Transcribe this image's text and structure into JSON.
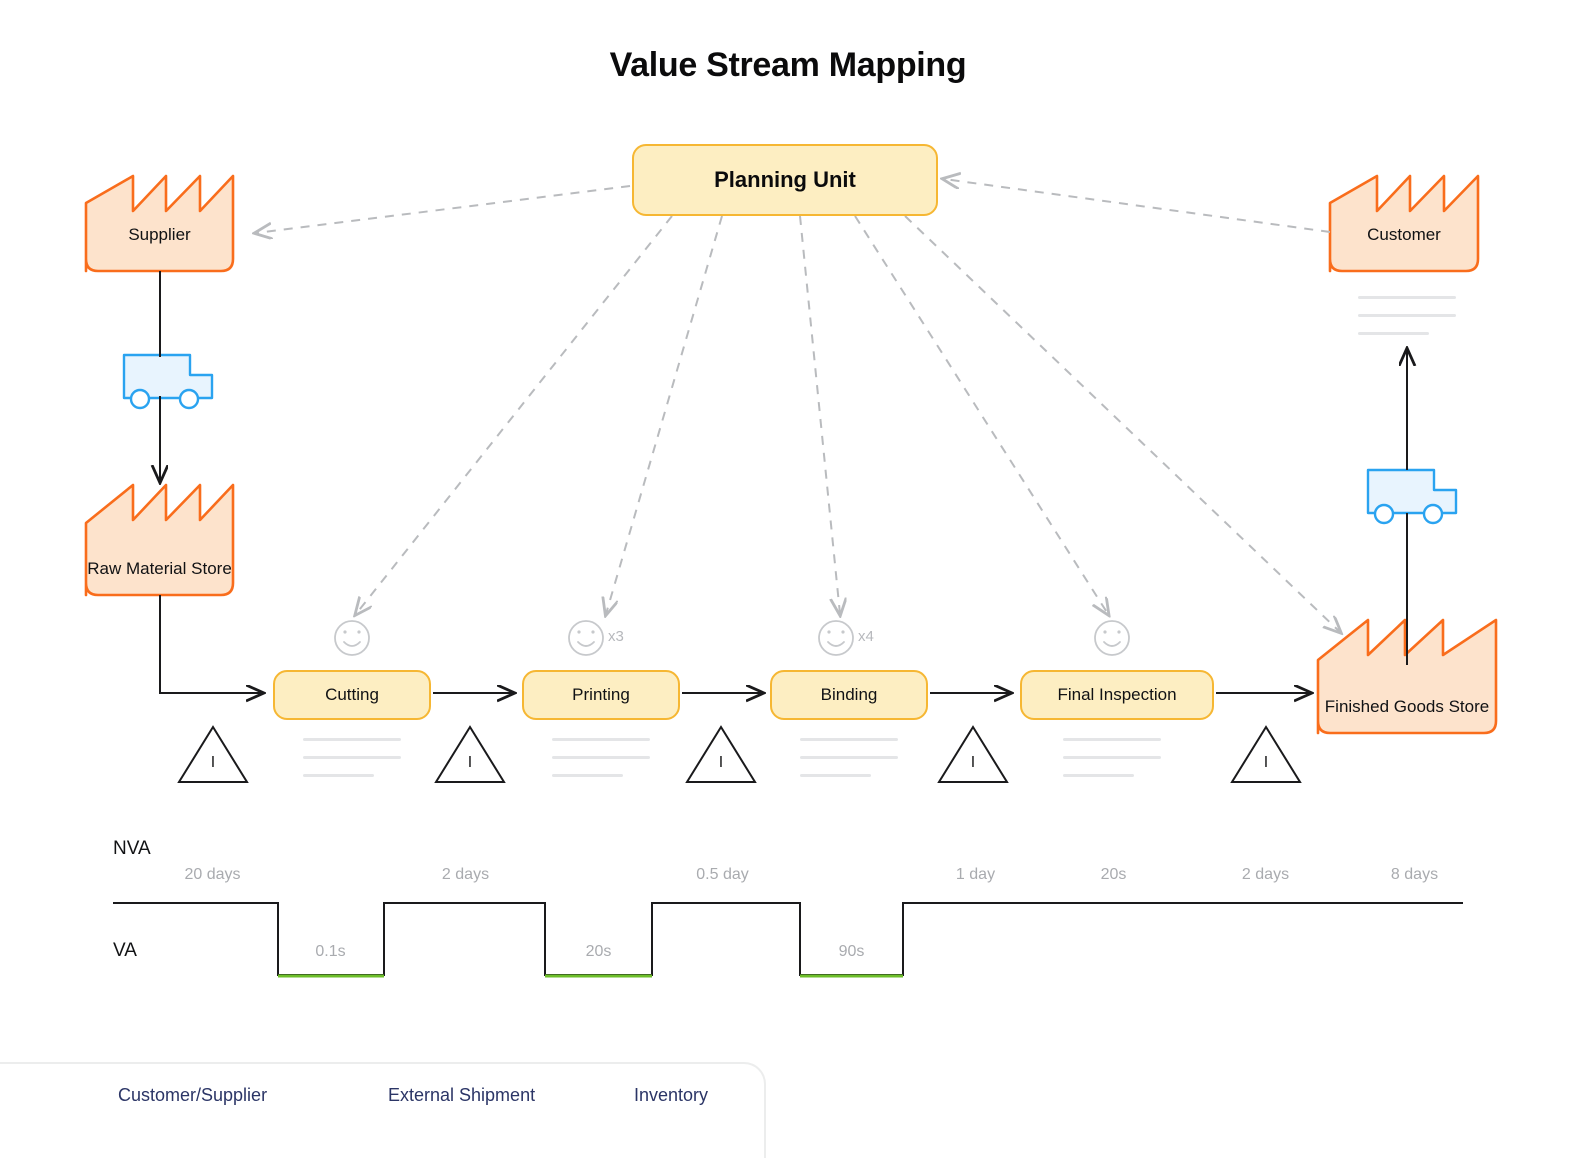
{
  "title": "Value Stream Mapping",
  "colors": {
    "factory_fill": "#fde3cc",
    "factory_stroke": "#f96d1c",
    "process_fill": "#fdeec2",
    "process_stroke": "#f6b733",
    "truck_fill": "#e8f4fe",
    "truck_stroke": "#2aa3f0",
    "dashed_flow": "#b9bbbe",
    "solid_flow": "#1a1a1c",
    "va_green": "#6cbe29",
    "legend_navy": "#2b3566",
    "placeholder_grey": "#e4e5e7"
  },
  "external_nodes": [
    {
      "id": "supplier",
      "label": "Supplier",
      "icon": "factory-icon"
    },
    {
      "id": "raw-material-store",
      "label": "Raw Material Store",
      "icon": "factory-icon"
    },
    {
      "id": "customer",
      "label": "Customer",
      "icon": "factory-icon"
    },
    {
      "id": "finished-goods-store",
      "label": "Finished Goods Store",
      "icon": "factory-icon"
    }
  ],
  "planning": {
    "label": "Planning Unit"
  },
  "shipments": [
    {
      "id": "inbound-shipment",
      "icon": "truck-icon"
    },
    {
      "id": "outbound-shipment",
      "icon": "truck-icon"
    }
  ],
  "processes": [
    {
      "id": "cutting",
      "label": "Cutting",
      "operators": "",
      "operator_icon": "operator-smiley-icon"
    },
    {
      "id": "printing",
      "label": "Printing",
      "operators": "x3",
      "operator_icon": "operator-smiley-icon"
    },
    {
      "id": "binding",
      "label": "Binding",
      "operators": "x4",
      "operator_icon": "operator-smiley-icon"
    },
    {
      "id": "final-inspection",
      "label": "Final Inspection",
      "operators": "",
      "operator_icon": "operator-smiley-icon"
    }
  ],
  "inventories": [
    {
      "id": "inventory-1",
      "label": "I"
    },
    {
      "id": "inventory-2",
      "label": "I"
    },
    {
      "id": "inventory-3",
      "label": "I"
    },
    {
      "id": "inventory-4",
      "label": "I"
    },
    {
      "id": "inventory-5",
      "label": "I"
    }
  ],
  "timeline": {
    "nva_axis_label": "NVA",
    "va_axis_label": "VA",
    "nva_values": [
      "20 days",
      "2 days",
      "0.5 day",
      "1 day",
      "20s",
      "2 days",
      "8 days"
    ],
    "va_values": [
      "0.1s",
      "20s",
      "90s"
    ]
  },
  "legend": {
    "items": [
      {
        "id": "legend-customer-supplier",
        "label": "Customer/Supplier",
        "icon": "factory-icon"
      },
      {
        "id": "legend-external-shipment",
        "label": "External Shipment",
        "icon": "truck-icon"
      },
      {
        "id": "legend-inventory",
        "label": "Inventory",
        "icon": "triangle-inventory-icon"
      }
    ]
  },
  "chart_data": {
    "type": "line",
    "title": "Value Stream Mapping timeline (lead time ladder)",
    "series": [
      {
        "name": "NVA",
        "values": [
          "20 days",
          "2 days",
          "0.5 day",
          "1 day",
          "20s",
          "2 days",
          "8 days"
        ]
      },
      {
        "name": "VA",
        "values": [
          "0.1s",
          "20s",
          "90s"
        ]
      }
    ]
  }
}
